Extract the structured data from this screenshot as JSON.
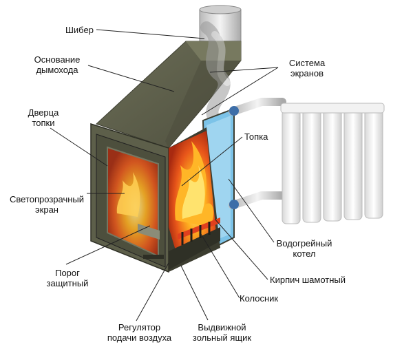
{
  "labels": {
    "shiber": "Шибер",
    "chimney_base": [
      "Основание",
      "дымохода"
    ],
    "screens": [
      "Система",
      "экранов"
    ],
    "door": [
      "Дверца",
      "топки"
    ],
    "firebox": "Топка",
    "glass": [
      "Светопрозрачный",
      "экран"
    ],
    "boiler": [
      "Водогрейный",
      "котел"
    ],
    "threshold": [
      "Порог",
      "защитный"
    ],
    "brick": "Кирпич шамотный",
    "grate": "Колосник",
    "air": [
      "Регулятор",
      "подачи воздуха"
    ],
    "ash": [
      "Выдвижной",
      "зольный ящик"
    ]
  },
  "colors": {
    "body_metal": "#5d5f4a",
    "body_dark": "#3c3d30",
    "leader_line": "#222222",
    "fire": "#f6a21a",
    "water_jacket": "#7cc3e8",
    "radiator": "#eeeeee"
  }
}
